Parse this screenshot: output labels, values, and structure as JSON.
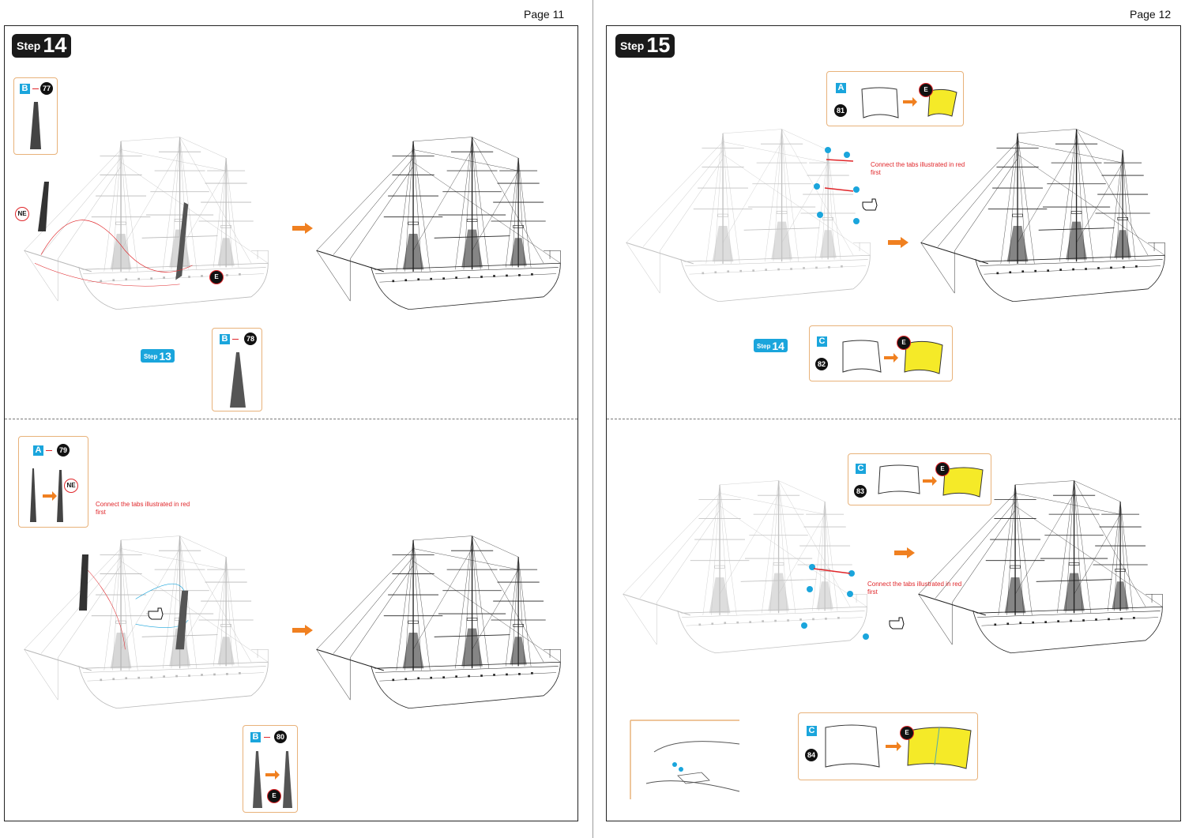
{
  "pages": {
    "left": {
      "page_number": "Page 11",
      "step_label": "Step",
      "step_number": "14"
    },
    "right": {
      "page_number": "Page 12",
      "step_label": "Step",
      "step_number": "15"
    }
  },
  "labels": {
    "step_word": "Step",
    "ne": "NE",
    "e": "E",
    "ref_step_13": "13",
    "ref_step_14": "14"
  },
  "notes": {
    "connect_tabs": "Connect the tabs illustrated in red first"
  },
  "parts": {
    "p77": {
      "sheet": "B",
      "number": "77"
    },
    "p78": {
      "sheet": "B",
      "number": "78"
    },
    "p79": {
      "sheet": "A",
      "number": "79"
    },
    "p80": {
      "sheet": "B",
      "number": "80"
    },
    "p81": {
      "sheet": "A",
      "number": "81"
    },
    "p82": {
      "sheet": "C",
      "number": "82"
    },
    "p83": {
      "sheet": "C",
      "number": "83"
    },
    "p84": {
      "sheet": "C",
      "number": "84"
    }
  },
  "colors": {
    "accent_blue": "#1aa5dc",
    "arrow_orange": "#f08020",
    "note_red": "#e0262a",
    "sail_yellow": "#f5ea28",
    "callout_border": "#e8b27a"
  },
  "icons": [
    "ship-illustration",
    "arrow-right-icon",
    "hand-pointer-icon",
    "mast-part-icon",
    "sail-part-icon"
  ]
}
